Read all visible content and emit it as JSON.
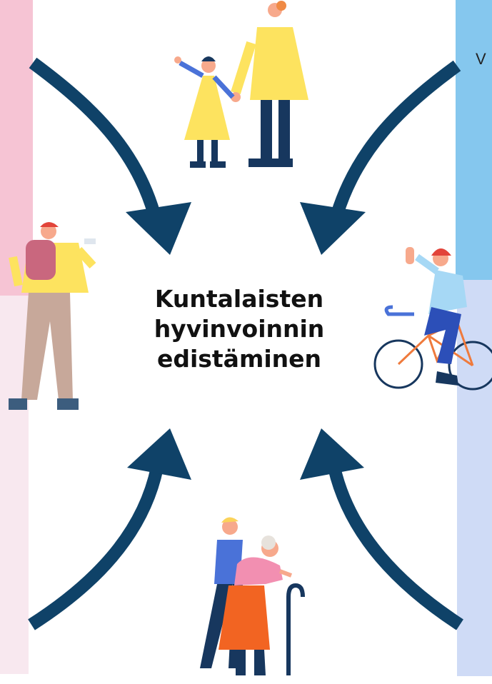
{
  "center": {
    "title_lines": [
      "Kuntalaisten",
      "hyvinvoinnin",
      "edistäminen"
    ]
  },
  "side_panels": {
    "top_right_visible_text": "V"
  },
  "colors": {
    "arrow": "#0f4268",
    "panel_top_left": "#f6c4d4",
    "panel_bottom_left": "#f8e8ef",
    "panel_top_right": "#85c7ee",
    "panel_bottom_right": "#cfdbf6"
  },
  "figures": [
    {
      "name": "mother-and-child-illustration"
    },
    {
      "name": "person-with-backpack-and-phone-illustration"
    },
    {
      "name": "cyclist-illustration"
    },
    {
      "name": "young-person-helping-elderly-woman-illustration"
    }
  ]
}
